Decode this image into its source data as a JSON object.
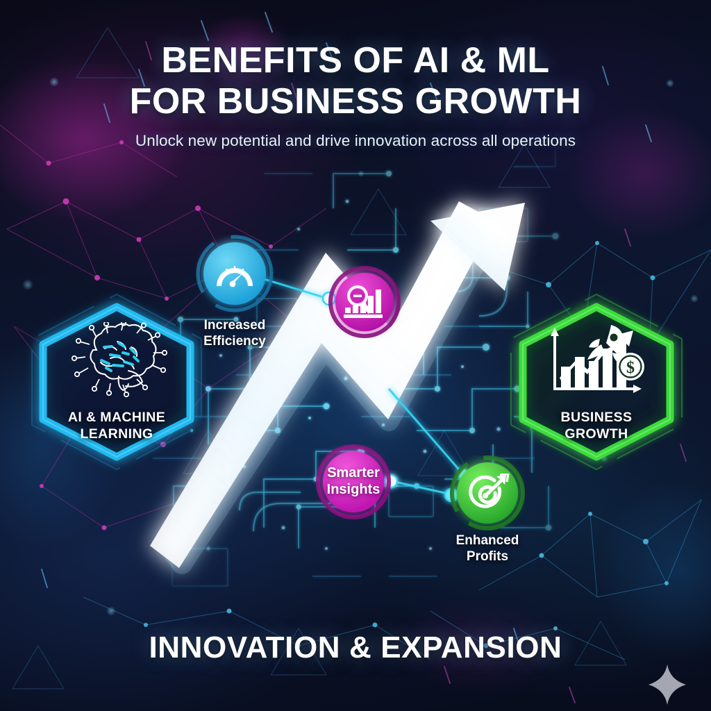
{
  "header": {
    "title_line1": "BENEFITS OF AI & ML",
    "title_line2": "FOR BUSINESS GROWTH",
    "subtitle": "Unlock new potential and drive innovation across all operations"
  },
  "footer": {
    "banner": "INNOVATION & EXPANSION"
  },
  "pillars": [
    {
      "id": "ai-machine-learning",
      "label_line1": "AI & MACHINE",
      "label_line2": "LEARNING",
      "icon": "brain-circuit-icon",
      "accent": "#22b8f0",
      "side": "left"
    },
    {
      "id": "business-growth",
      "label_line1": "BUSINESS",
      "label_line2": "GROWTH",
      "icon": "rocket-growth-chart-icon",
      "accent": "#3ddb3d",
      "side": "right"
    }
  ],
  "nodes": [
    {
      "id": "increased-efficiency",
      "label_line1": "Increased",
      "label_line2": "Efficiency",
      "label_position": "below",
      "icon": "speedometer-gauge-icon",
      "color": "#29b6e8",
      "color_dark": "#1a78b8"
    },
    {
      "id": "data-analytics",
      "label_line1": "",
      "label_line2": "",
      "label_position": "none",
      "icon": "magnifier-bar-chart-icon",
      "color": "#d81bc8",
      "color_dark": "#8d1585"
    },
    {
      "id": "smarter-insights",
      "label_line1": "Smarter",
      "label_line2": "Insights",
      "label_position": "inside",
      "icon": "none",
      "color": "#e021c8",
      "color_dark": "#8e1282"
    },
    {
      "id": "enhanced-profits",
      "label_line1": "Enhanced",
      "label_line2": "Profits",
      "label_position": "below",
      "icon": "target-arrow-icon",
      "color": "#45d83c",
      "color_dark": "#1f8f22"
    }
  ],
  "decorations": {
    "growth_arrow": "upward-growth-arrow",
    "sparkle": "sparkle-diamond-icon"
  },
  "colors": {
    "background": "#0b1024",
    "cyan": "#22b8f0",
    "green": "#3ddb3d",
    "magenta": "#d81bc8",
    "white": "#ffffff"
  }
}
